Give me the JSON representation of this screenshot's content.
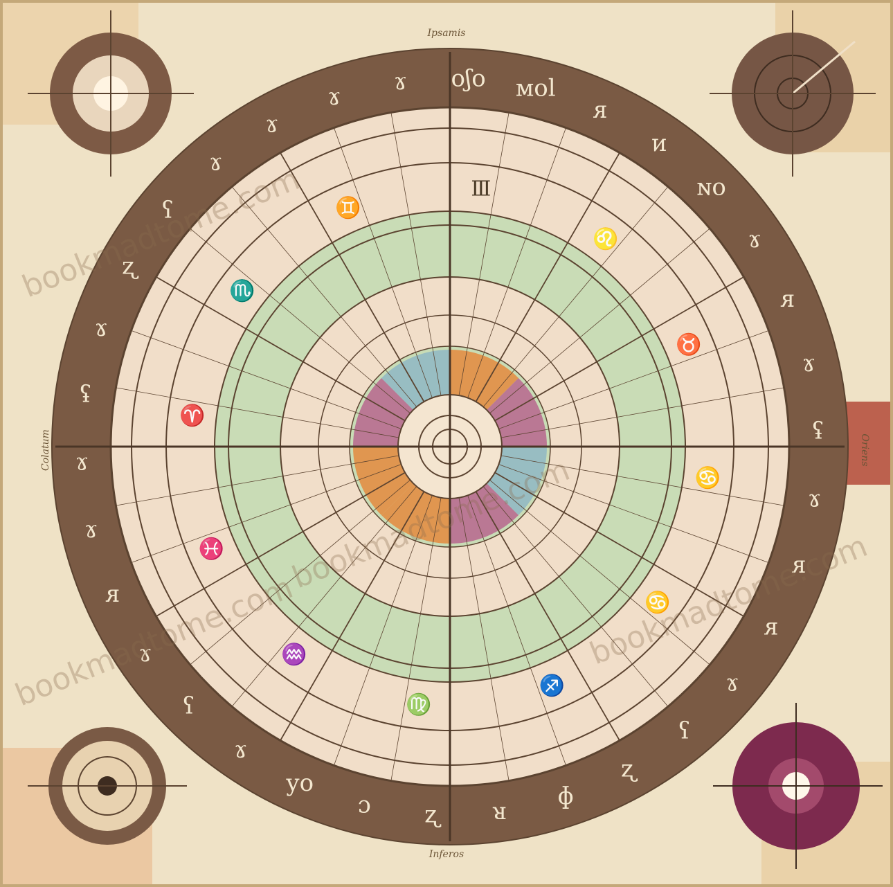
{
  "outer_ring_glyphs": [
    "oʃo",
    "ᴍol",
    "ᴙ",
    "ᴎ",
    "ɴo",
    "ɤ",
    "ᴙ",
    "ɤ",
    "ʢ",
    "ɤ",
    "ᴙ",
    "ᴙ",
    "ɤ",
    "ʕ",
    "ʐ",
    "ɸ",
    "ᴚ",
    "ʐ",
    "ɔ",
    "yo",
    "ɤ",
    "ʕ",
    "ɤ",
    "ᴙ",
    "ɤ",
    "ɤ",
    "ʢ",
    "ɤ",
    "ʐ",
    "ʕ",
    "ɤ",
    "ɤ",
    "ɤ",
    "ɤ"
  ],
  "inner_ring_glyphs": [
    "Ⅲ",
    "♌",
    "♉",
    "♋",
    "♋",
    "♐",
    "♍",
    "♒",
    "♓",
    "♈",
    "♏",
    "♊"
  ],
  "watermarks": [
    "bookmadtome.com",
    "bookmadtome.com",
    "bookmadtome.com",
    "bookmadtome.com"
  ],
  "edge_labels": {
    "top": "Ipsamis",
    "bottom": "Inferos",
    "left": "Colatum",
    "right": "Oriens"
  },
  "colors": {
    "parchment": "#efe2c6",
    "ring_brown": "#7a5a44",
    "line": "#5b4330",
    "green": "#c9dcb6",
    "center_orange": "#e48a3e",
    "center_blue": "#8fb7c4",
    "center_pink": "#b7668e",
    "corner_purple": "#7d2a4e"
  }
}
